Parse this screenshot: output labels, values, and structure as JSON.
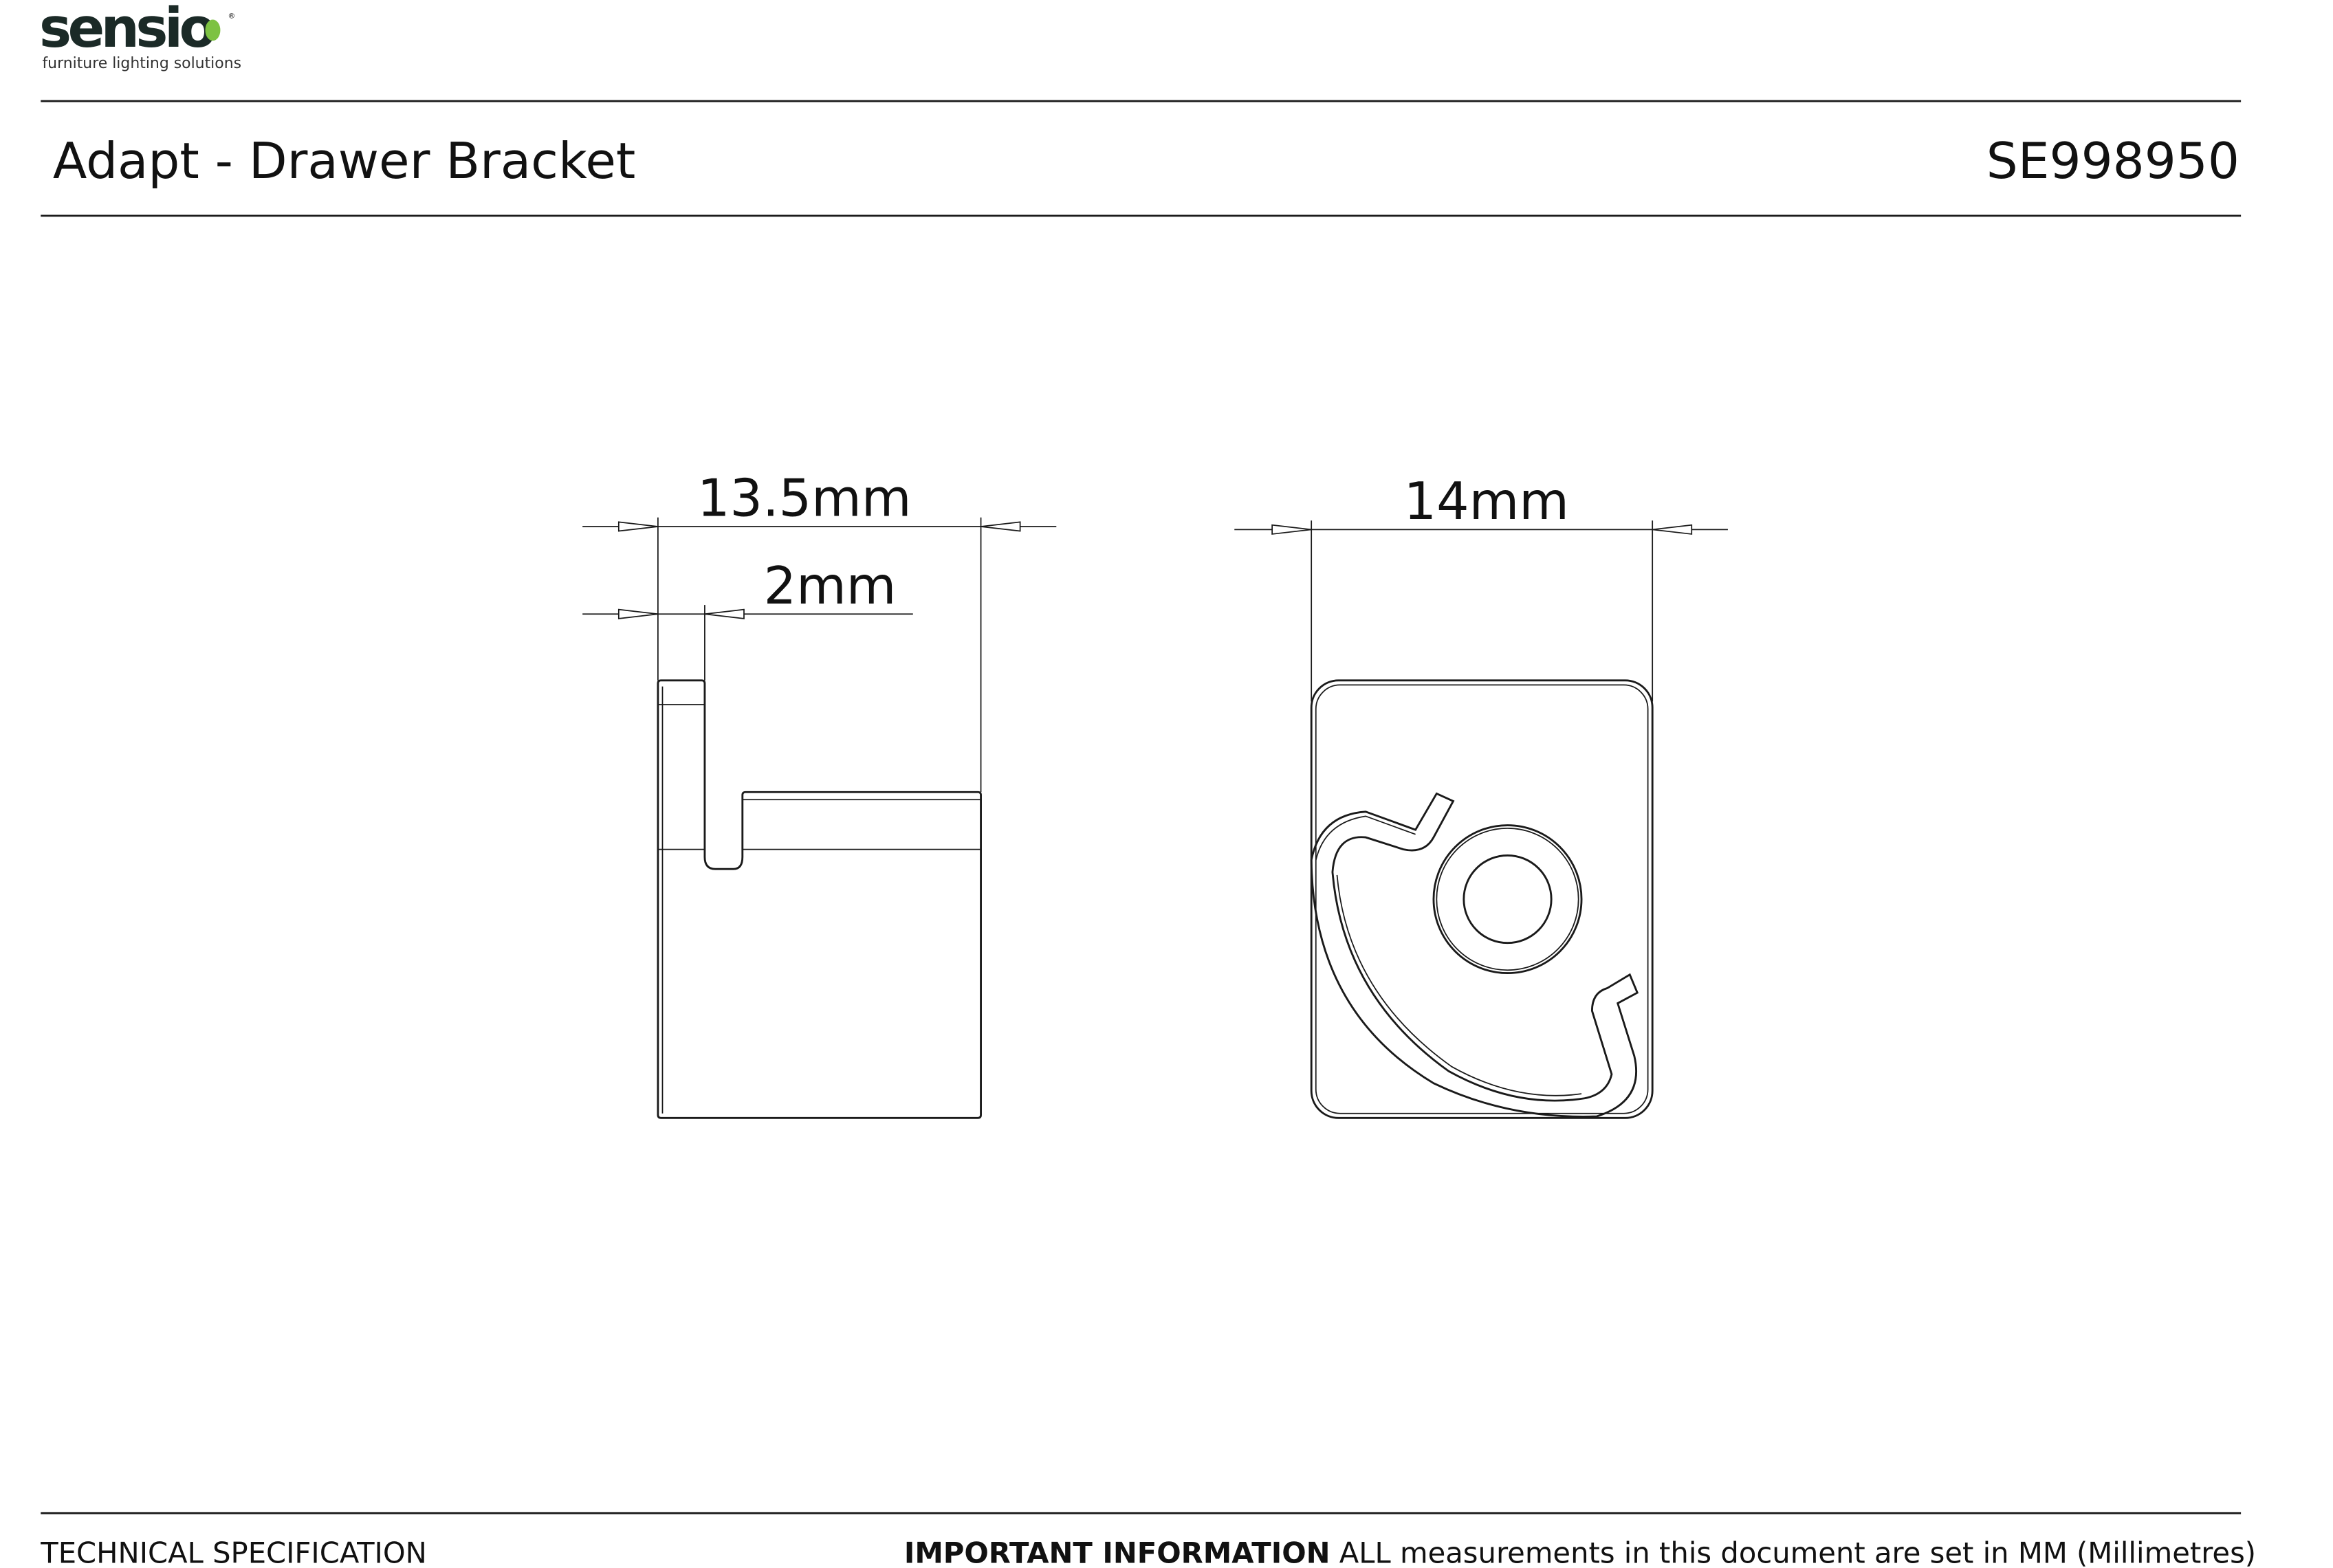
{
  "logo": {
    "brand": "sensio",
    "tagline": "furniture lighting solutions",
    "dot_color": "#7dc242",
    "text_color": "#1b2a27"
  },
  "header": {
    "title": "Adapt - Drawer Bracket",
    "product_code": "SE998950"
  },
  "drawing": {
    "side_view": {
      "overall_width_label": "13.5mm",
      "tab_thickness_label": "2mm"
    },
    "front_view": {
      "width_label": "14mm"
    }
  },
  "footer": {
    "left": "TECHNICAL SPECIFICATION",
    "info_bold": "IMPORTANT INFORMATION",
    "info_text": " ALL measurements in this document are set in MM (Millimetres)"
  }
}
